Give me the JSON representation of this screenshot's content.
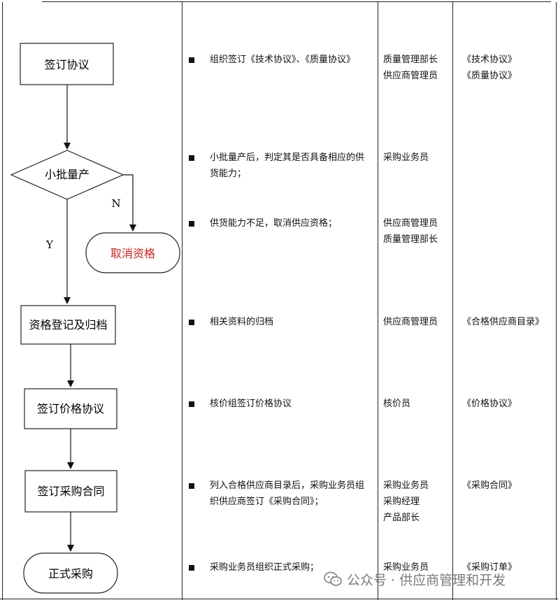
{
  "flow": {
    "steps": {
      "sign_agreement": "签订协议",
      "small_batch": "小批量产",
      "cancel": "取消资格",
      "register_archive": "资格登记及归档",
      "price_agreement": "签订价格协议",
      "purchase_contract": "签订采购合同",
      "formal_purchase": "正式采购"
    },
    "branch_no": "N",
    "branch_yes": "Y",
    "cancel_color": "#e0201a"
  },
  "rows": [
    {
      "desc": [
        "组织签订《技术协议》、《质量协议》"
      ],
      "roles": [
        "质量管理部长",
        "供应商管理员"
      ],
      "docs": [
        "《技术协议》",
        "《质量协议》"
      ]
    },
    {
      "desc": [
        "小批量产后，判定其是否具备相应的供",
        "货能力；"
      ],
      "roles": [
        "采购业务员"
      ],
      "docs": []
    },
    {
      "desc": [
        "供货能力不足，取消供应资格；"
      ],
      "roles": [
        "供应商管理员",
        "质量管理部长"
      ],
      "docs": []
    },
    {
      "desc": [
        "相关资料的归档"
      ],
      "roles": [
        "供应商管理员"
      ],
      "docs": [
        "《合格供应商目录》"
      ]
    },
    {
      "desc": [
        "核价组签订价格协议"
      ],
      "roles": [
        "核价员"
      ],
      "docs": [
        "《价格协议》"
      ]
    },
    {
      "desc": [
        "列入合格供应商目录后，采购业务员组",
        "织供应商签订《采购合同》；"
      ],
      "roles": [
        "采购业务员",
        "采购经理",
        "产品部长"
      ],
      "docs": [
        "《采购合同》"
      ]
    },
    {
      "desc": [
        "采购业务员组织正式采购；"
      ],
      "roles": [
        "采购业务员"
      ],
      "docs": [
        "《采购订单》"
      ]
    }
  ],
  "watermark": {
    "icon": "wechat-icon",
    "text": "公众号 · 供应商管理和开发"
  }
}
